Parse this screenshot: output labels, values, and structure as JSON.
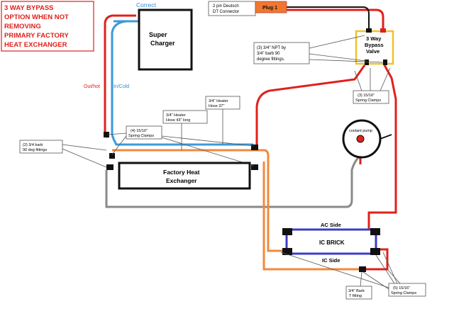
{
  "title_box": {
    "lines": [
      "3 WAY BYPASS",
      "OPTION WHEN NOT",
      "REMOVING",
      "PRIMARY FACTORY",
      "HEAT EXCHANGER"
    ],
    "color": "#e0201b"
  },
  "labels": {
    "correct": "Correct",
    "supercharger": [
      "Super",
      "Charger"
    ],
    "deutsch": [
      "2 pin Deutsch",
      "DT Connector"
    ],
    "plug": "Plug 1",
    "valve": [
      "3 Way",
      "Bypass",
      "Valve"
    ],
    "npt": [
      "(3) 3/4\" NPT by",
      "3/4\" barb 90",
      "degree fittings."
    ],
    "spring_clamps_3": [
      "(3) 15/16\"",
      "Spring Clamps"
    ],
    "out_hot": "Out/hot",
    "in_cold": "In/Cold",
    "hose37": [
      "3/4\" Heater",
      "Hose 37\""
    ],
    "hose43": [
      "3/4\" Heater",
      "Hose 43\" long"
    ],
    "spring_clamps_4": [
      "(4) 15/16\"",
      "Spring Clamps"
    ],
    "barb90": [
      "(2) 3/4 barb",
      "90 deg fittings"
    ],
    "coolant_pump": "coolant pump",
    "factory_hx": [
      "Factory Heat",
      "Exchanger"
    ],
    "ac_side": "AC Side",
    "ic_brick": "IC BRICK",
    "ic_side": "IC Side",
    "t_fitting": [
      "3/4\" Barb",
      "T fitting"
    ],
    "spring_clamps_5": [
      "(5) 15/16\"",
      "Spring Clamps"
    ]
  },
  "colors": {
    "hot": "#e0201b",
    "cold": "#3a9ad9",
    "orange": "#f08a3c",
    "gray": "#8a8a8a",
    "valve": "#f2c12e",
    "brick": "#3c3cc8",
    "blue_text": "#2a8fd6"
  }
}
